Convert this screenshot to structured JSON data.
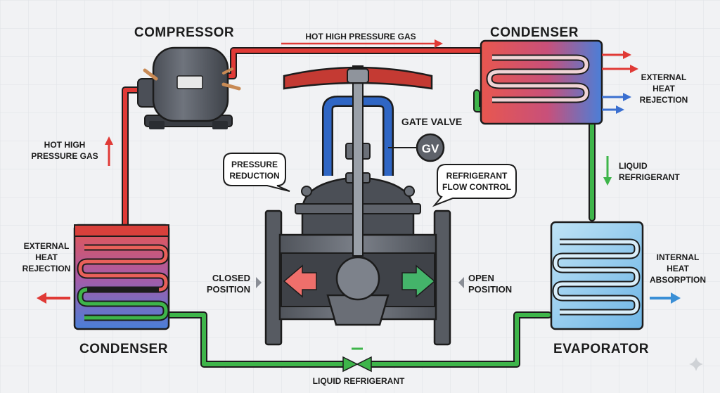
{
  "labels": {
    "compressor": "COMPRESSOR",
    "condenser_top": "CONDENSER",
    "condenser_bottom": "CONDENSER",
    "evaporator": "EVAPORATOR",
    "hot_gas_top": "HOT HIGH PRESSURE GAS",
    "hot_gas_left": [
      "HOT HIGH",
      "PRESSURE GAS"
    ],
    "ext_heat_right": [
      "EXTERNAL",
      "HEAT",
      "REJECTION"
    ],
    "ext_heat_left": [
      "EXTERNAL",
      "HEAT",
      "REJECTION"
    ],
    "liquid_right": [
      "LIQUID",
      "REFRIGERANT"
    ],
    "liquid_bottom": "LIQUID REFRIGERANT",
    "internal_heat": [
      "INTERNAL",
      "HEAT",
      "ABSORPTION"
    ],
    "gate_valve": "GATE VALVE",
    "gv_badge": "GV",
    "pressure_reduction": [
      "PRESSURE",
      "REDUCTION"
    ],
    "flow_control": [
      "REFRIGERANT",
      "FLOW CONTROL"
    ],
    "closed_position": [
      "CLOSED",
      "POSITION"
    ],
    "open_position": [
      "OPEN",
      "POSITION"
    ]
  },
  "colors": {
    "hot": "#e03a36",
    "cold": "#3a8fd6",
    "liquid": "#3eb54a",
    "metal": "#5c6068",
    "handwheel": "#c43a33",
    "bonnet": "#2f66c4",
    "ink": "#1c1c1c"
  }
}
